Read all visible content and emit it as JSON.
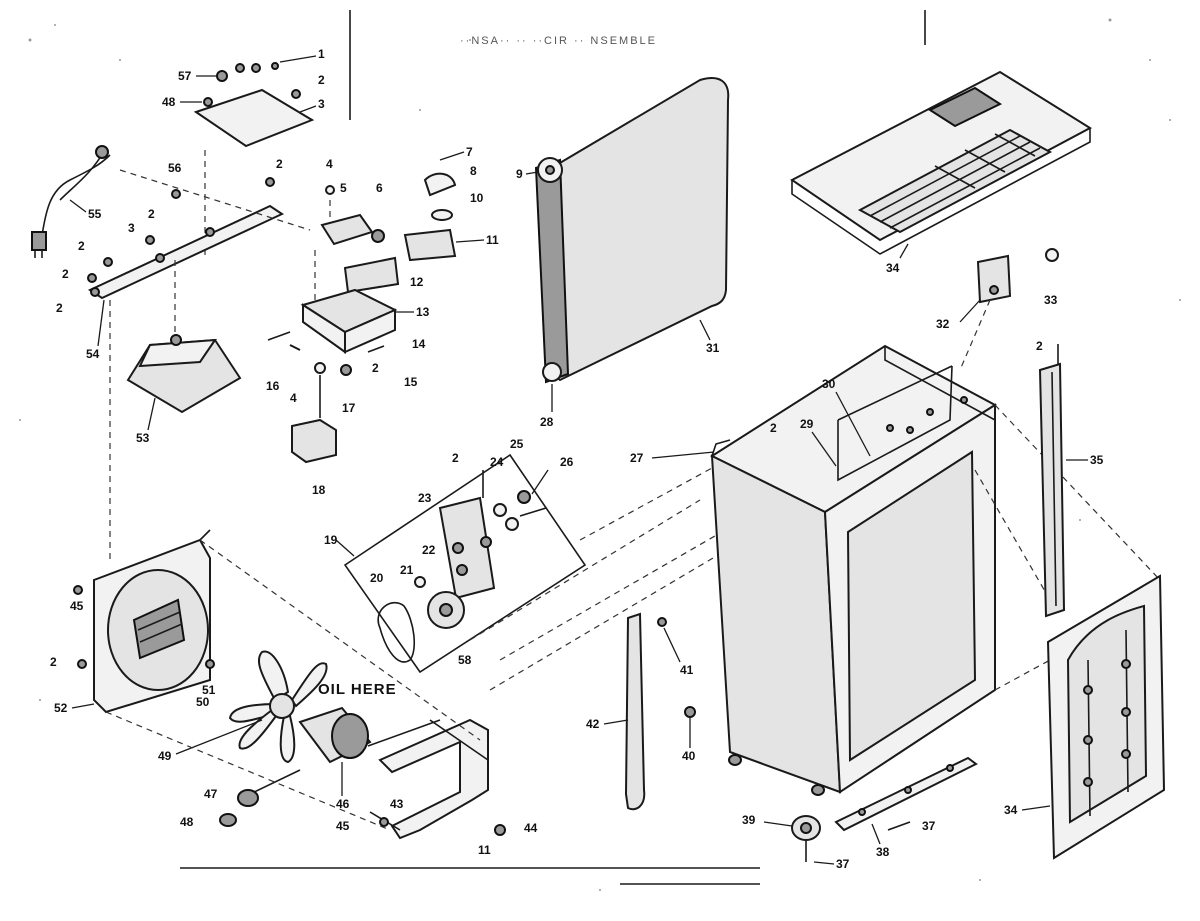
{
  "header": {
    "faint_text": "··NSA·· ·· ··CIR ·· NSEMBLE"
  },
  "note": {
    "oil_here": "OIL HERE"
  },
  "labels": {
    "p1": "1",
    "p2a": "2",
    "p3": "3",
    "p57": "57",
    "p48": "48",
    "p2b": "2",
    "p4a": "4",
    "p5": "5",
    "p6": "6",
    "p7": "7",
    "p8": "8",
    "p9": "9",
    "p10": "10",
    "p11": "11",
    "p12": "12",
    "p13": "13",
    "p14": "14",
    "p15": "15",
    "p16": "16",
    "p17": "17",
    "p18": "18",
    "p4b": "4",
    "p2c": "2",
    "p55": "55",
    "p56": "56",
    "p2d": "2",
    "p3b": "3",
    "p2e": "2",
    "p2f": "2",
    "p2g": "2",
    "p54": "54",
    "p53": "53",
    "p31": "31",
    "p28": "28",
    "p34a": "34",
    "p33": "33",
    "p32": "32",
    "p19": "19",
    "p20": "20",
    "p21": "21",
    "p22": "22",
    "p23": "23",
    "p24": "24",
    "p25": "25",
    "p26": "26",
    "p58": "58",
    "p2h": "2",
    "p45a": "45",
    "p2i": "2",
    "p51": "51",
    "p50": "50",
    "p52": "52",
    "p49": "49",
    "p47": "47",
    "p46": "46",
    "p48b": "48",
    "p44": "44",
    "p43": "43",
    "p45b": "45",
    "p11b": "11",
    "p27": "27",
    "p2j": "2",
    "p29": "29",
    "p30": "30",
    "p2k": "2",
    "p35": "35",
    "p41": "41",
    "p42": "42",
    "p40": "40",
    "p39": "39",
    "p37a": "37",
    "p37b": "37",
    "p38": "38",
    "p34b": "34"
  }
}
